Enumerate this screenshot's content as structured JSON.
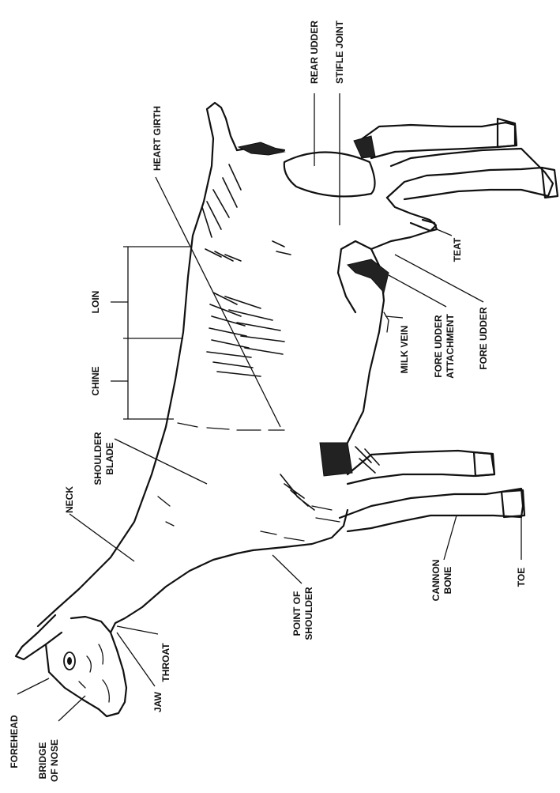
{
  "labels": {
    "forehead": "FOREHEAD",
    "bridge_of_nose_1": "BRIDGE",
    "bridge_of_nose_2": "OF NOSE",
    "jaw": "JAW",
    "throat": "THROAT",
    "point_of_shoulder_1": "POINT OF",
    "point_of_shoulder_2": "SHOULDER",
    "cannon_bone_1": "CANNON",
    "cannon_bone_2": "BONE",
    "toe": "TOE",
    "neck": "NECK",
    "shoulder_blade_1": "SHOULDER",
    "shoulder_blade_2": "BLADE",
    "chine": "CHINE",
    "loin": "LOIN",
    "heart_girth": "HEART GIRTH",
    "rear_udder": "REAR UDDER",
    "stifle_joint": "STIFLE JOINT",
    "teat": "TEAT",
    "fore_udder": "FORE UDDER",
    "fore_udder_attachment_1": "FORE UDDER",
    "fore_udder_attachment_2": "ATTACHMENT",
    "milk_vein": "MILK VEIN"
  }
}
